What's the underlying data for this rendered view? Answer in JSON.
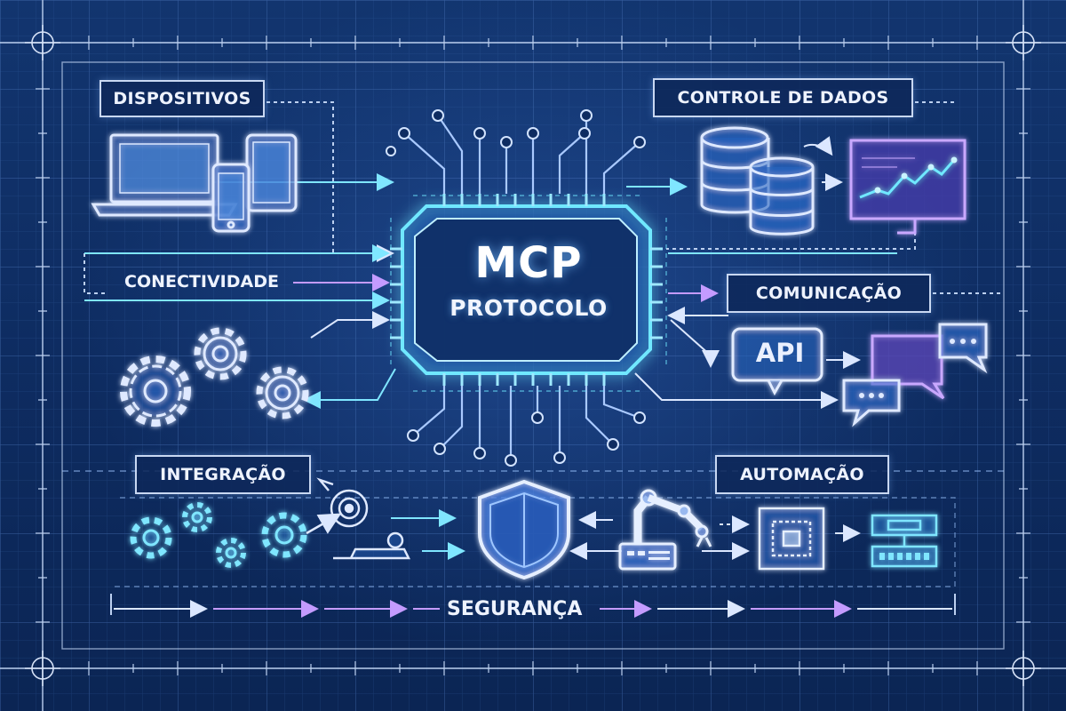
{
  "center": {
    "title": "MCP",
    "subtitle": "PROTOCOLO"
  },
  "labels": {
    "dispositivos": "DISPOSITIVOS",
    "controle_de_dados": "CONTROLE  DE DADOS",
    "conectividade": "CONECTIVIDADE",
    "comunicacao": "COMUNICAÇÃO",
    "integracao": "INTEGRAÇÃO",
    "automacao": "AUTOMAÇÃO",
    "seguranca": "SEGURANÇA",
    "api": "API"
  },
  "colors": {
    "background": "#0d2a5c",
    "line": "#9ec6ff",
    "cyan_glow": "#5fe3ff",
    "violet": "#b58cff",
    "label_border": "#c9d8f2"
  },
  "icons": [
    "laptop-icon",
    "tablet-icon",
    "phone-icon",
    "database-icon",
    "chart-monitor-icon",
    "gear-icon",
    "chip-icon",
    "shield-icon",
    "robot-arm-icon",
    "chat-bubble-icon",
    "server-rack-icon"
  ]
}
